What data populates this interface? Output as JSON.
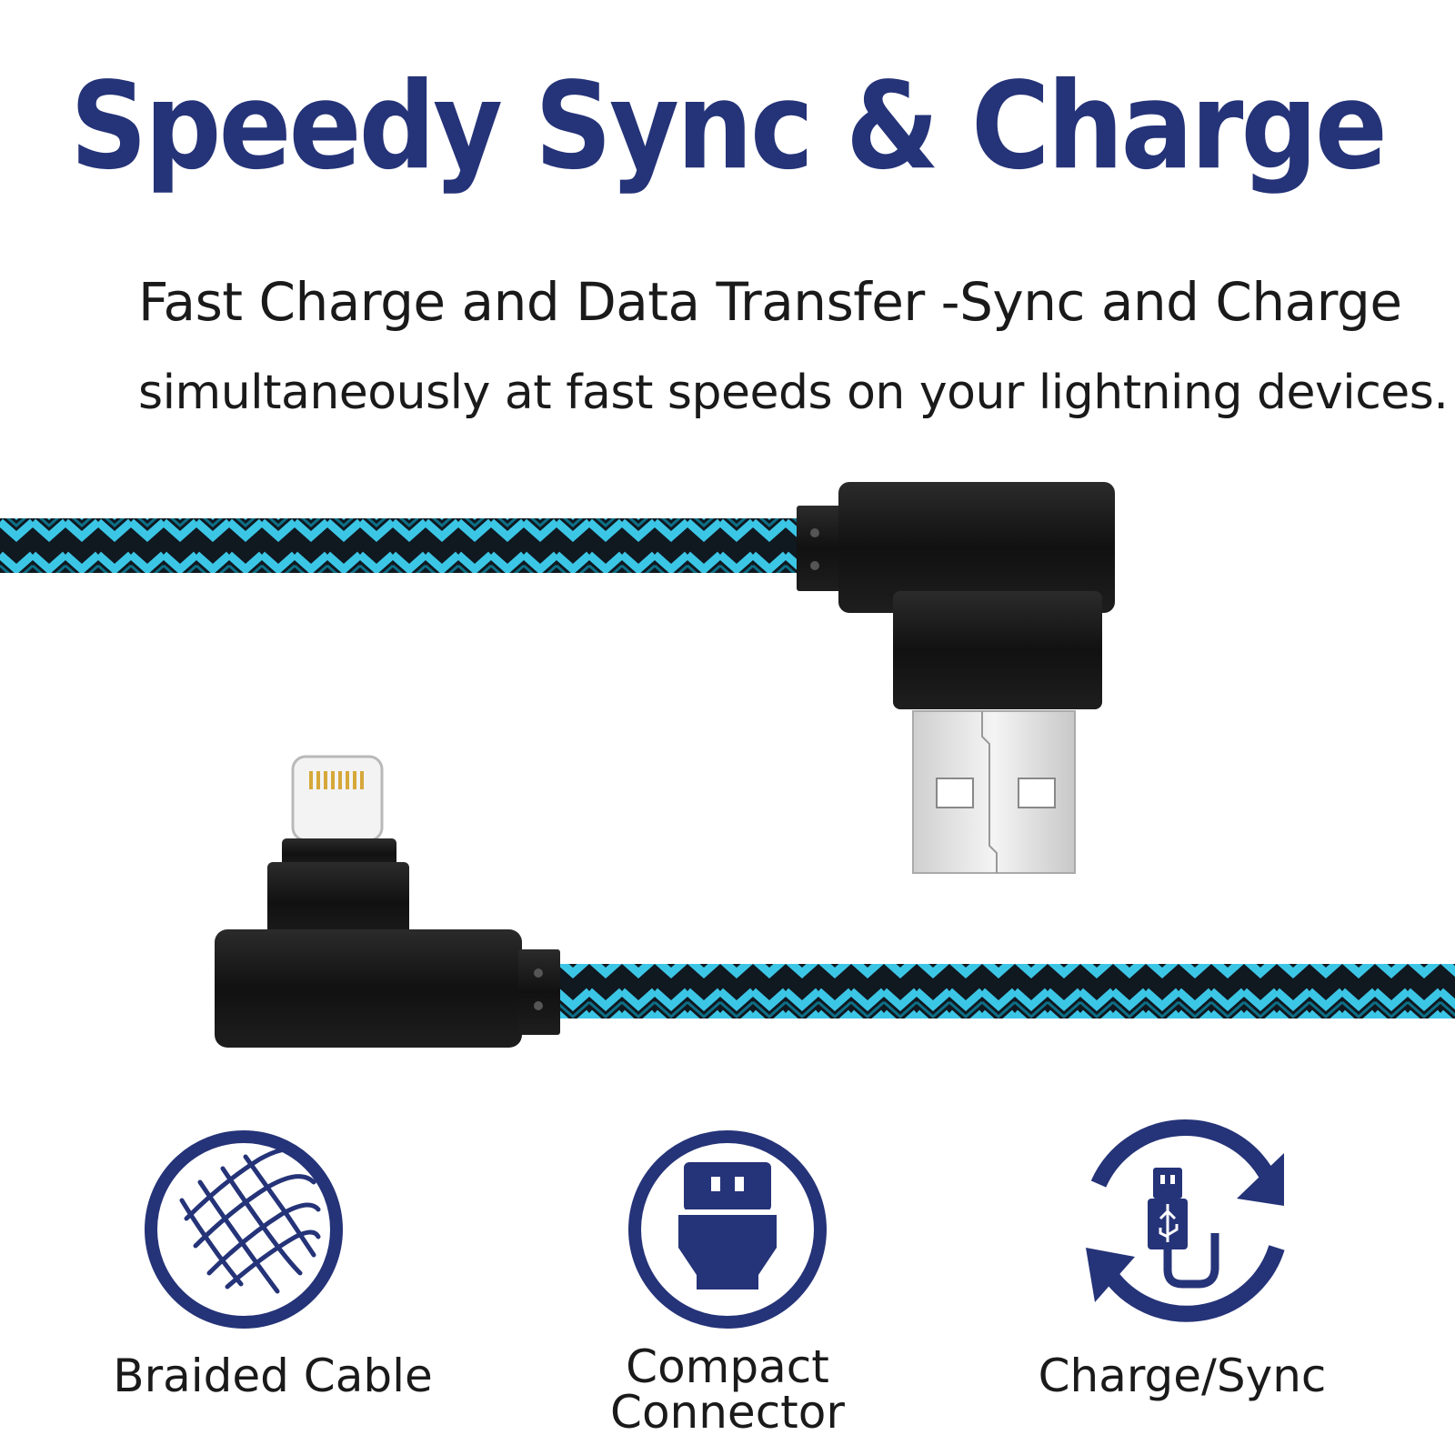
{
  "headline": "Speedy Sync & Charge",
  "subline_1": "Fast Charge and Data Transfer -Sync and Charge",
  "subline_2": "simultaneously at fast speeds on your lightning devices.",
  "features": [
    {
      "label": "Braided Cable",
      "icon": "braided-cable-icon"
    },
    {
      "label_line_1": "Compact",
      "label_line_2": "Connector",
      "icon": "connector-icon"
    },
    {
      "label": "Charge/Sync",
      "icon": "charge-sync-icon"
    }
  ],
  "colors": {
    "brand_navy": "#253378",
    "braid_cyan": "#3cc6e6",
    "braid_dark": "#101820",
    "connector_black": "#141414"
  }
}
